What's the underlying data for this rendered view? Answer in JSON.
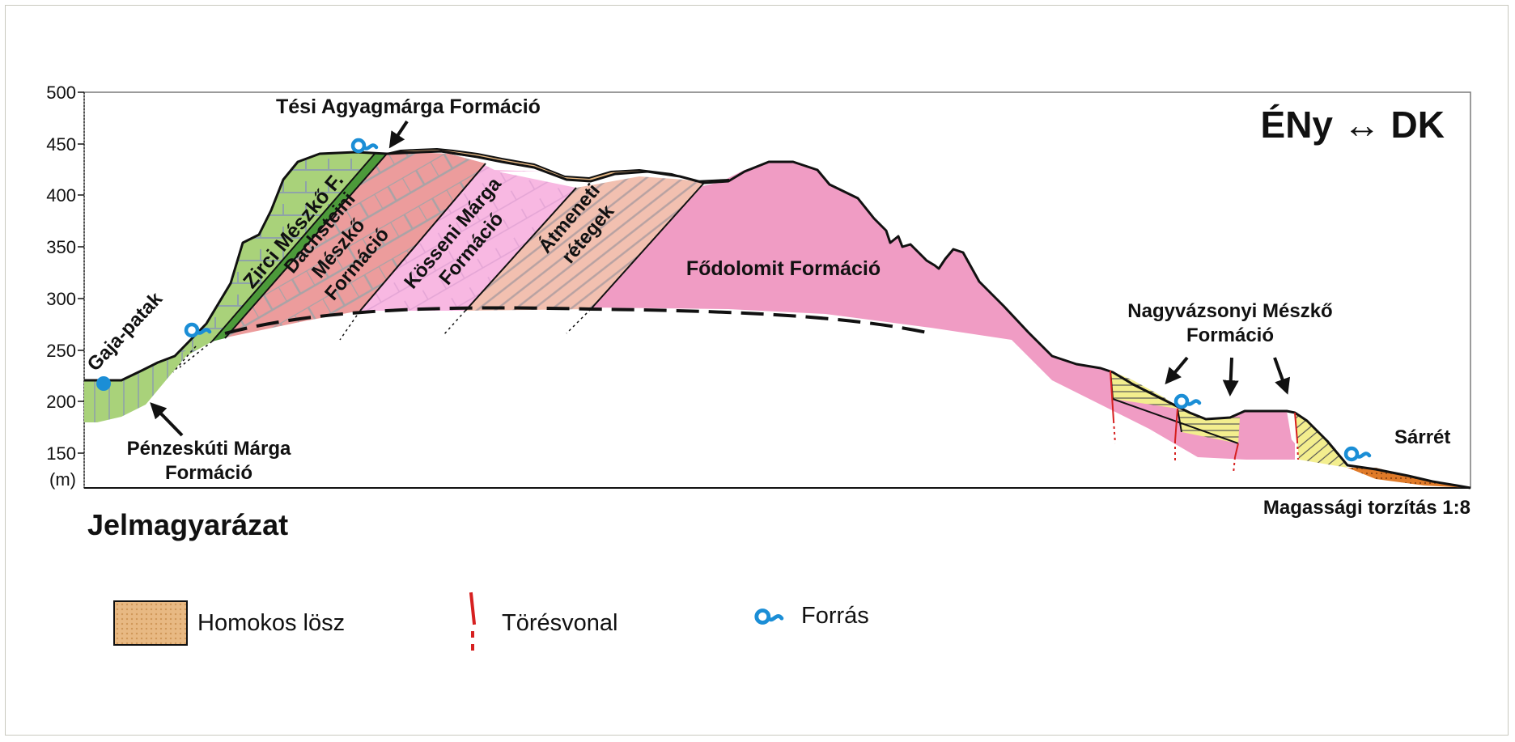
{
  "diagram": {
    "orientation": "ÉNy ↔ DK",
    "y_axis": {
      "ticks": [
        "500",
        "450",
        "400",
        "350",
        "300",
        "250",
        "200",
        "150"
      ],
      "unit": "(m)"
    },
    "formations": {
      "tesi": "Tési Agyagmárga Formáció",
      "zirci": "Zirci Mészkő F.",
      "dachstein_1": "Dachsteini",
      "dachstein_2": "Mészkő",
      "dachstein_3": "Formáció",
      "kosseni_1": "Kösseni Márga",
      "kosseni_2": "Formáció",
      "atmeneti_1": "Átmeneti",
      "atmeneti_2": "rétegek",
      "fodolomit": "Fődolomit Formáció",
      "nagyvazsonyi_1": "Nagyvázsonyi Mészkő",
      "nagyvazsonyi_2": "Formáció",
      "penzeskuti_1": "Pénzeskúti Márga",
      "penzeskuti_2": "Formáció"
    },
    "places": {
      "gaja": "Gaja-patak",
      "sarret": "Sárrét"
    },
    "scale_note": "Magassági torzítás 1:8"
  },
  "legend": {
    "title": "Jelmagyarázat",
    "items": [
      {
        "label": "Homokos lösz",
        "icon": "sandy-loess-swatch",
        "color": "#e8b983"
      },
      {
        "label": "Törésvonal",
        "icon": "fault-line-icon",
        "color": "#d62020"
      },
      {
        "label": "Forrás",
        "icon": "spring-icon",
        "color": "#1b8ed6"
      }
    ]
  },
  "colors": {
    "zirci": "#a9d27a",
    "zirci_band": "#4c9a3a",
    "dachstein": "#ec9c9c",
    "kosseni": "#f8b8e2",
    "atmeneti": "#f2c0b0",
    "fodolomit": "#f09cc4",
    "loess": "#e8b983",
    "nagyvazsonyi": "#f3ee8e",
    "sarret": "#e07a28",
    "spring": "#1b8ed6"
  }
}
